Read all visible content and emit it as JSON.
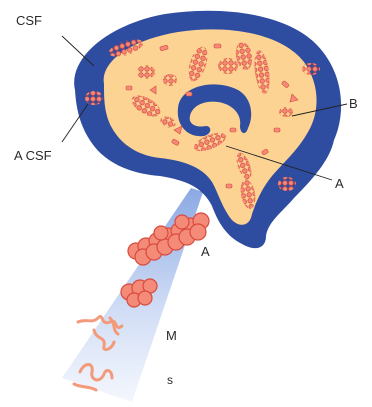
{
  "labels": {
    "csf": "CSF",
    "a_csf": "A CSF",
    "b": "B",
    "a_brain": "A",
    "a_cone": "A",
    "m": "M",
    "s": "s"
  },
  "colors": {
    "ventricle_blue": "#2f4da0",
    "brain_tissue": "#fcd392",
    "plaque_pink": "#f48a78",
    "plaque_outline": "#d94a3e",
    "cone_fill": "#b9cbee",
    "fibril_orange": "#f39a7a",
    "leader_line": "#222222"
  }
}
